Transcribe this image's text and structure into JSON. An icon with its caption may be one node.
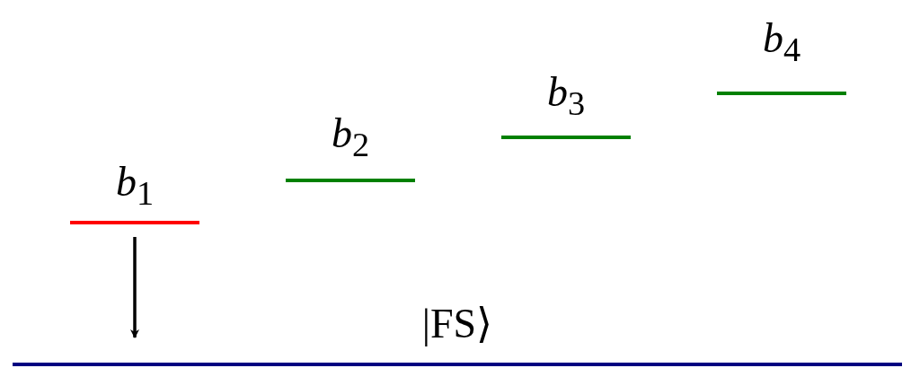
{
  "diagram": {
    "nodes": [
      {
        "text": [
          "*b*$_{1}$"
        ]
      },
      {
        "text": [
          "*b*$_{2}$"
        ]
      },
      {
        "text": [
          "*b*$_{3}$"
        ]
      },
      {
        "text": [
          "*b*$_{4}$"
        ]
      },
      {
        "text": [
          "|FS⟩"
        ]
      }
    ],
    "edges": [
      {
        "from": 0,
        "to": 4,
        "arrow": "to"
      }
    ]
  }
}
